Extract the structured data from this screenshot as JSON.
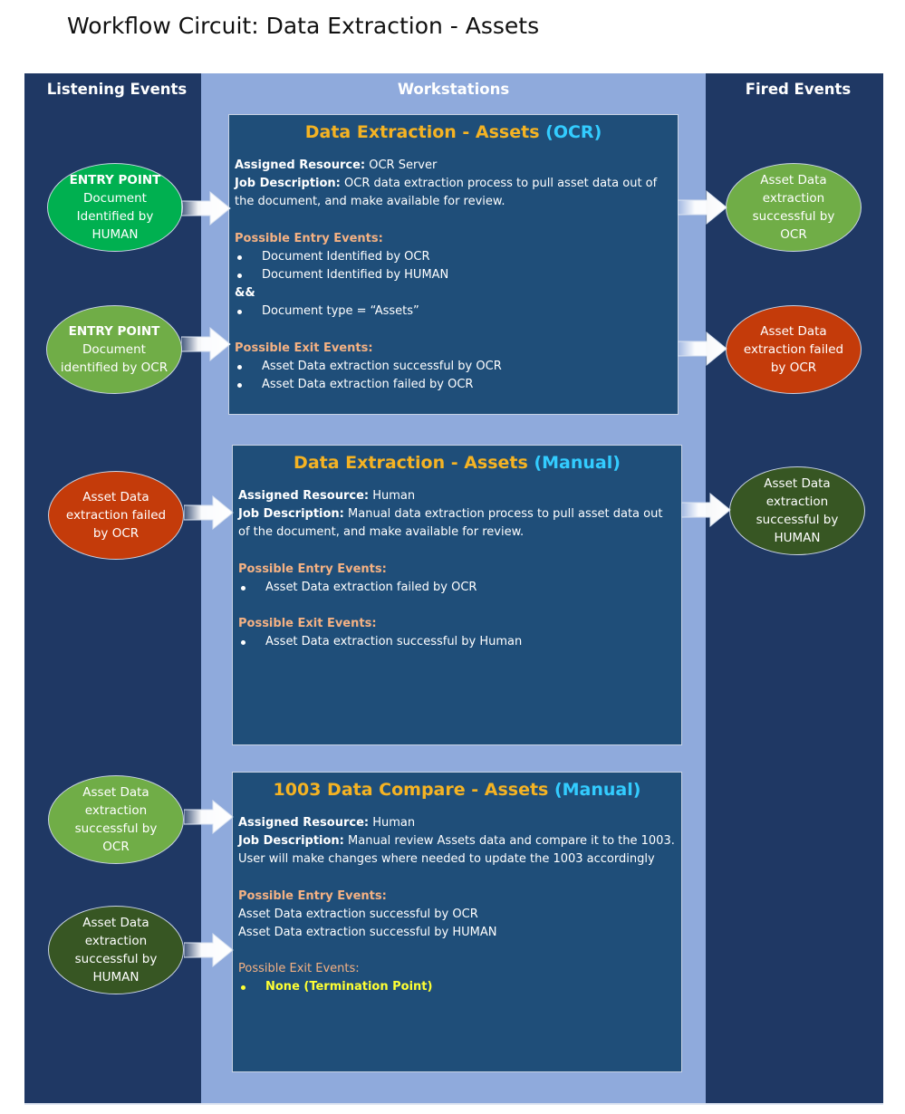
{
  "title": "Workflow Circuit: Data Extraction - Assets",
  "columns": {
    "listening": "Listening Events",
    "workstations": "Workstations",
    "fired": "Fired Events"
  },
  "colors": {
    "frame_dark": "#1f3864",
    "middle": "#8faadc",
    "box": "#1f4e79",
    "title_gold": "#f5b323",
    "title_cyan": "#33ccff",
    "section_orange": "#f4b183",
    "green": "#00b050",
    "light_green": "#70ad47",
    "red": "#c43b0a",
    "dark_green": "#375623"
  },
  "listening_events": [
    {
      "line1": "ENTRY POINT",
      "lines": [
        "Document",
        "Identified by",
        "HUMAN"
      ],
      "color": "green"
    },
    {
      "line1": "ENTRY POINT",
      "lines": [
        "Document",
        "identified by OCR"
      ],
      "color": "light_green"
    },
    {
      "lines": [
        "Asset Data",
        "extraction failed",
        "by OCR"
      ],
      "color": "red"
    },
    {
      "lines": [
        "Asset Data",
        "extraction",
        "successful by",
        "OCR"
      ],
      "color": "light_green"
    },
    {
      "lines": [
        "Asset Data",
        "extraction",
        "successful by",
        "HUMAN"
      ],
      "color": "dark_green"
    }
  ],
  "fired_events": [
    {
      "lines": [
        "Asset Data",
        "extraction",
        "successful by",
        "OCR"
      ],
      "color": "light_green"
    },
    {
      "lines": [
        "Asset Data",
        "extraction failed",
        "by OCR"
      ],
      "color": "red"
    },
    {
      "lines": [
        "Asset Data",
        "extraction",
        "successful by",
        "HUMAN"
      ],
      "color": "dark_green"
    }
  ],
  "workstations": [
    {
      "title_main": "Data Extraction - Assets",
      "title_tag": "(OCR)",
      "resource_label": "Assigned Resource:",
      "resource": "OCR Server",
      "job_label": "Job Description:",
      "job": "OCR data extraction process to pull asset data out of the document, and make available for review.",
      "entry_head": "Possible Entry Events:",
      "entry": [
        "Document Identified by OCR",
        "Document Identified by HUMAN"
      ],
      "and_symbol": "&&",
      "entry_extra": [
        "Document type = “Assets”"
      ],
      "exit_head": "Possible Exit Events:",
      "exit": [
        "Asset Data extraction successful by OCR",
        "Asset Data extraction failed by OCR"
      ]
    },
    {
      "title_main": "Data Extraction - Assets",
      "title_tag": "(Manual)",
      "resource_label": "Assigned Resource:",
      "resource": "Human",
      "job_label": "Job Description:",
      "job": "Manual data extraction process to pull asset data out of the document, and make available for review.",
      "entry_head": "Possible Entry Events:",
      "entry": [
        "Asset Data extraction failed by OCR"
      ],
      "exit_head": "Possible Exit Events:",
      "exit": [
        "Asset Data extraction successful by Human"
      ]
    },
    {
      "title_main": "1003 Data Compare - Assets",
      "title_tag": "(Manual)",
      "resource_label": "Assigned Resource:",
      "resource": "Human",
      "job_label": "Job Description:",
      "job": "Manual review Assets data and compare it to the 1003. User will make changes where needed to update the 1003 accordingly",
      "entry_head": "Possible Entry Events:",
      "entry": [
        "Asset Data extraction successful by OCR",
        "Asset Data extraction successful by HUMAN"
      ],
      "exit_head": "Possible Exit Events:",
      "exit": [
        "None (Termination Point)"
      ]
    }
  ]
}
